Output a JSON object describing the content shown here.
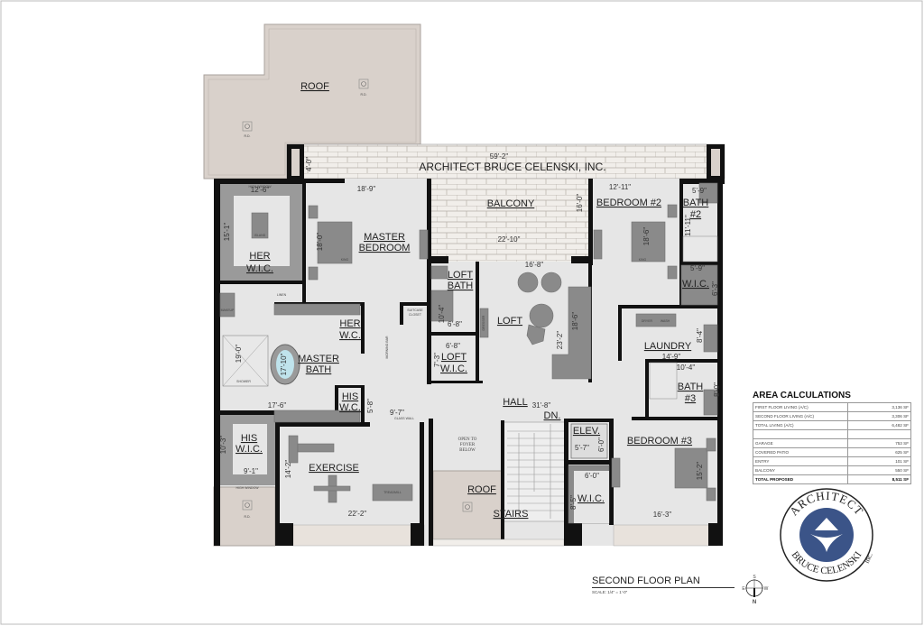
{
  "firm_name": "ARCHITECT BRUCE CELENSKI, INC.",
  "rooms": {
    "roof_upper": "ROOF",
    "roof_lower": "ROOF",
    "her_wic": [
      "HER",
      "W.I.C."
    ],
    "master_bedroom": [
      "MASTER",
      "BEDROOM"
    ],
    "balcony": "BALCONY",
    "bedroom2": "BEDROOM #2",
    "bath2": [
      "BATH",
      "#2"
    ],
    "wic_bed2": "W.I.C.",
    "loft_bath": [
      "LOFT",
      "BATH"
    ],
    "loft": "LOFT",
    "loft_wic": [
      "LOFT",
      "W.I.C."
    ],
    "her_wc": [
      "HER",
      "W.C."
    ],
    "master_bath": [
      "MASTER",
      "BATH"
    ],
    "his_wc": [
      "HIS",
      "W.C."
    ],
    "his_wic": [
      "HIS",
      "W.I.C."
    ],
    "exercise": "EXERCISE",
    "hall": "HALL",
    "down": "DN.",
    "elev": "ELEV.",
    "wic_bed3": "W.I.C.",
    "stairs": "STAIRS",
    "laundry": "LAUNDRY",
    "bath3": [
      "BATH",
      "#3"
    ],
    "bedroom3": "BEDROOM #3",
    "open_to_foyer": [
      "OPEN TO",
      "FOYER",
      "BELOW"
    ]
  },
  "fixtures": {
    "island": "ISLAND",
    "king": "KING",
    "dresser": "DRESSER",
    "treadmill": "TREADMILL",
    "shower": "SHOWER",
    "makeup": "MAKEUP",
    "linen": "LINEN",
    "suitcase_closet": [
      "SUITCASE",
      "CLOSET"
    ],
    "glass_wall": "GLASS WALL",
    "high_window": "HIGH WINDOW",
    "roof_drain": "R.D.",
    "dryer": "DRYER",
    "wash": "WASH",
    "morning_bar": "MORNING BAR"
  },
  "dimensions": [
    "59'-2\"",
    "4'-0\"",
    "18'-9\"",
    "12'-6\"",
    "15'-1\"",
    "18'-0\"",
    "22'-10\"",
    "16'-0\"",
    "12'-11\"",
    "5'-9\"",
    "11'-11\"",
    "18'-6\"",
    "5'-9\"",
    "6'-3\"",
    "16'-8\"",
    "10'-4\"",
    "6'-8\"",
    "6'-8\"",
    "7'-3\"",
    "18'-6\"",
    "23'-2\"",
    "8'-4\"",
    "14'-9\"",
    "10'-4\"",
    "8'-0\"",
    "19'-0\"",
    "17'-10\"",
    "17'-6\"",
    "5'-8\"",
    "9'-7\"",
    "31'-8\"",
    "6'-0\"",
    "5'-7\"",
    "6'-0\"",
    "8'-5\"",
    "10'-3\"",
    "9'-1\"",
    "14'-2\"",
    "22'-2\"",
    "15'-2\"",
    "16'-3\""
  ],
  "area_calculations": {
    "title": "AREA CALCULATIONS",
    "rows": [
      {
        "label": "FIRST FLOOR LIVING (A/C)",
        "value": "3,136 SF"
      },
      {
        "label": "SECOND FLOOR LIVING (A/C)",
        "value": "3,306 SF"
      },
      {
        "label": "TOTAL LIVING (A/C)",
        "value": "6,482 SF"
      },
      {
        "label": "",
        "value": ""
      },
      {
        "label": "GARAGE",
        "value": "753 SF"
      },
      {
        "label": "COVERED PATIO",
        "value": "625 SF"
      },
      {
        "label": "ENTRY",
        "value": "101 SF"
      },
      {
        "label": "BALCONY",
        "value": "550 SF"
      },
      {
        "label": "TOTAL PROPOSED",
        "value": "8,511 SF"
      }
    ]
  },
  "plan_title": "SECOND FLOOR PLAN",
  "scale": "SCALE: 1/4\" = 1'-0\"",
  "compass": {
    "n": "N",
    "s": "S",
    "e": "E",
    "w": "W"
  },
  "logo": {
    "top_text": "ARCHITECT",
    "bottom_text": "BRUCE CELENSKI",
    "suffix": "inc.",
    "color": "#3b5488"
  },
  "colors": {
    "wall": "#111111",
    "floor": "#e6e6e6",
    "roof": "#d9d1cb",
    "closet": "#9a9a9a",
    "tile": "#f1eeea"
  }
}
